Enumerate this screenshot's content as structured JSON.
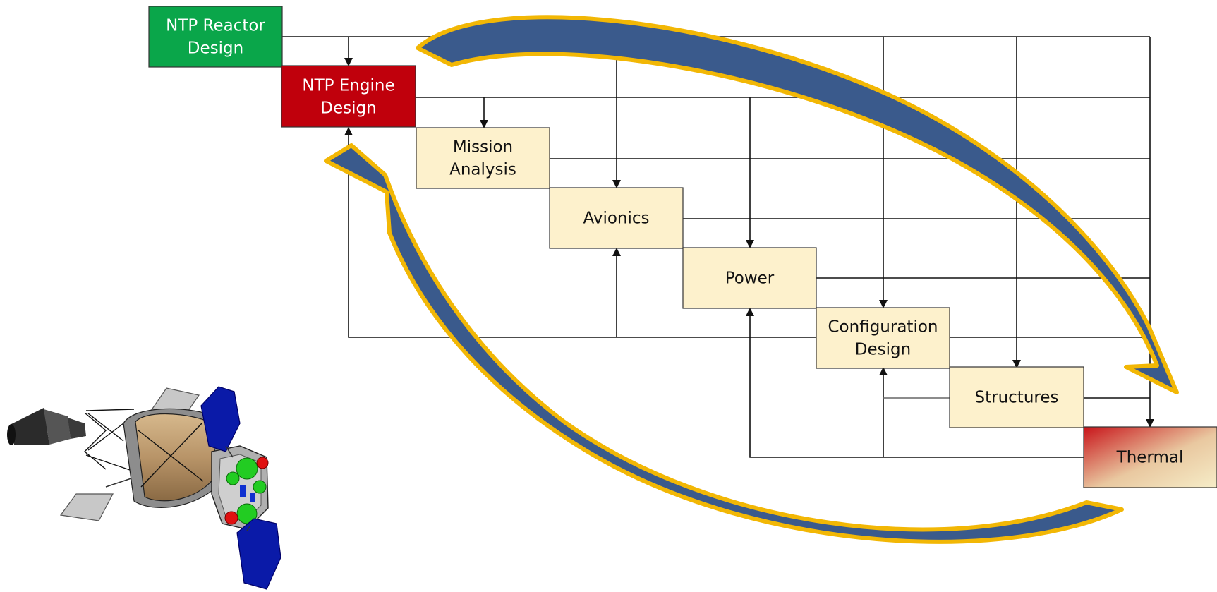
{
  "nodes": {
    "reactor": {
      "line1": "NTP Reactor",
      "line2": "Design",
      "color": "#0aa64a"
    },
    "engine": {
      "line1": "NTP Engine",
      "line2": "Design",
      "color": "#c0000c"
    },
    "mission": {
      "line1": "Mission",
      "line2": "Analysis",
      "color": "#fdf1cc"
    },
    "avionics": {
      "label": "Avionics",
      "color": "#fdf1cc"
    },
    "power": {
      "label": "Power",
      "color": "#fdf1cc"
    },
    "configuration": {
      "line1": "Configuration",
      "line2": "Design",
      "color": "#fdf1cc"
    },
    "structures": {
      "label": "Structures",
      "color": "#fdf1cc"
    },
    "thermal": {
      "label": "Thermal",
      "gradient_from": "#c8141a",
      "gradient_to": "#f6edc8"
    }
  },
  "colors": {
    "iteration_arrow_fill": "#3a5a8c",
    "iteration_arrow_outline": "#f2b705",
    "spacecraft_panel_blue": "#0a1aa8",
    "spacecraft_tank": "#b89468",
    "spacecraft_sphere_green": "#22cc22",
    "spacecraft_sphere_red": "#e01010"
  },
  "icons": {
    "iteration_arrows": "curved-cycle-arrows-icon",
    "spacecraft": "ntp-spacecraft-illustration"
  }
}
